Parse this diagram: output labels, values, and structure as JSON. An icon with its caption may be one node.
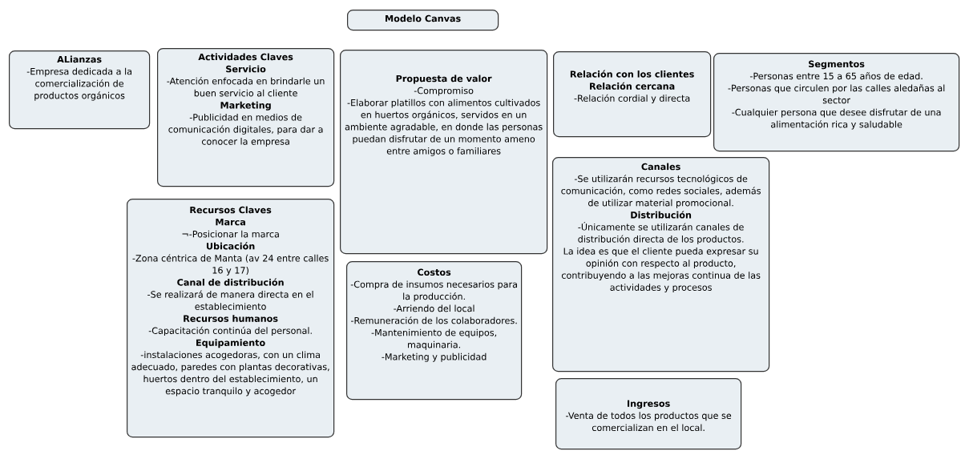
{
  "diagram": {
    "nodes": [
      {
        "text": [
          "Modelo Canvas"
        ]
      },
      {
        "text": [
          "ALianzas",
          "-Empresa dedicada a la comercialización de productos orgánicos"
        ]
      },
      {
        "text": [
          "Actividades Claves",
          "Servicio",
          "-Atención enfocada en brindarle un buen servicio al cliente",
          "Marketing",
          "-Publicidad en medios de comunicación digitales, para dar a conocer la empresa"
        ]
      },
      {
        "text": [
          "Propuesta de valor",
          "-Compromiso",
          "-Elaborar platillos con alimentos cultivados en huertos orgánicos, servidos en un ambiente agradable, en donde las personas puedan disfrutar de un momento ameno entre amigos o familiares"
        ]
      },
      {
        "text": [
          "Relación con los clientes",
          "Relación cercana",
          "-Relación cordial y directa"
        ]
      },
      {
        "text": [
          "Segmentos",
          "-Personas entre 15 a 65 años de edad.",
          "-Personas que circulen por las calles aledañas al sector",
          "-Cualquier persona que desee disfrutar de una alimentación rica y saludable"
        ]
      },
      {
        "text": [
          "Recursos Claves",
          "Marca",
          "¬-Posicionar la marca",
          "Ubicación",
          "-Zona céntrica de Manta (av 24 entre calles 16 y 17)",
          "Canal de distribución",
          "-Se realizará de manera directa en el establecimiento",
          "Recursos humanos",
          "-Capacitación continúa del personal.",
          "Equipamiento",
          "-instalaciones acogedoras, con un clima adecuado, paredes con plantas decorativas, huertos dentro del establecimiento, un espacio tranquilo y acogedor"
        ]
      },
      {
        "text": [
          "Canales",
          "-Se utilizarán recursos tecnológicos de comunicación, como redes sociales, además de utilizar material promocional.",
          "Distribución",
          "-Únicamente se utilizarán canales de distribución directa de los productos.",
          "La idea es que el cliente pueda expresar su opinión con respecto al producto, contribuyendo a las mejoras continua de las actividades y procesos"
        ]
      },
      {
        "text": [
          "Costos",
          "-Compra de insumos necesarios para la producción.",
          "-Arriendo del local",
          "-Remuneración de los colaboradores.",
          "-Mantenimiento de equipos, maquinaria.",
          "-Marketing y publicidad"
        ]
      },
      {
        "text": [
          "Ingresos",
          "-Venta de todos los productos que se comercializan en el local."
        ]
      }
    ]
  }
}
